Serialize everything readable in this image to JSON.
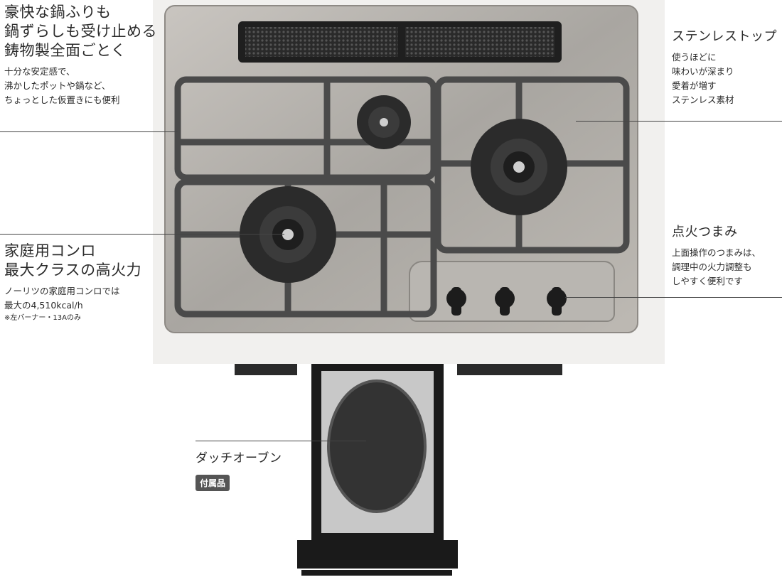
{
  "grate": {
    "heading": [
      "豪快な鍋ふりも",
      "鍋ずらしも受け止める",
      "鋳物製全面ごとく"
    ],
    "body": [
      "十分な安定感で、",
      "沸かしたポットや鍋など、",
      "ちょっとした仮置きにも便利"
    ]
  },
  "stainless": {
    "heading": "ステンレストップ",
    "body": [
      "使うほどに",
      "味わいが深まり",
      "愛着が増す",
      "ステンレス素材"
    ]
  },
  "burner": {
    "heading": [
      "家庭用コンロ",
      "最大クラスの高火力"
    ],
    "body": [
      "ノーリツの家庭用コンロでは",
      "最大の4,510kcal/h"
    ],
    "note": "※左バーナー・13Aのみ"
  },
  "knob": {
    "heading": "点火つまみ",
    "body": [
      "上面操作のつまみは、",
      "調理中の火力調整も",
      "しやすく便利です"
    ]
  },
  "oven": {
    "heading": "ダッチオーブン",
    "badge": "付属品"
  }
}
